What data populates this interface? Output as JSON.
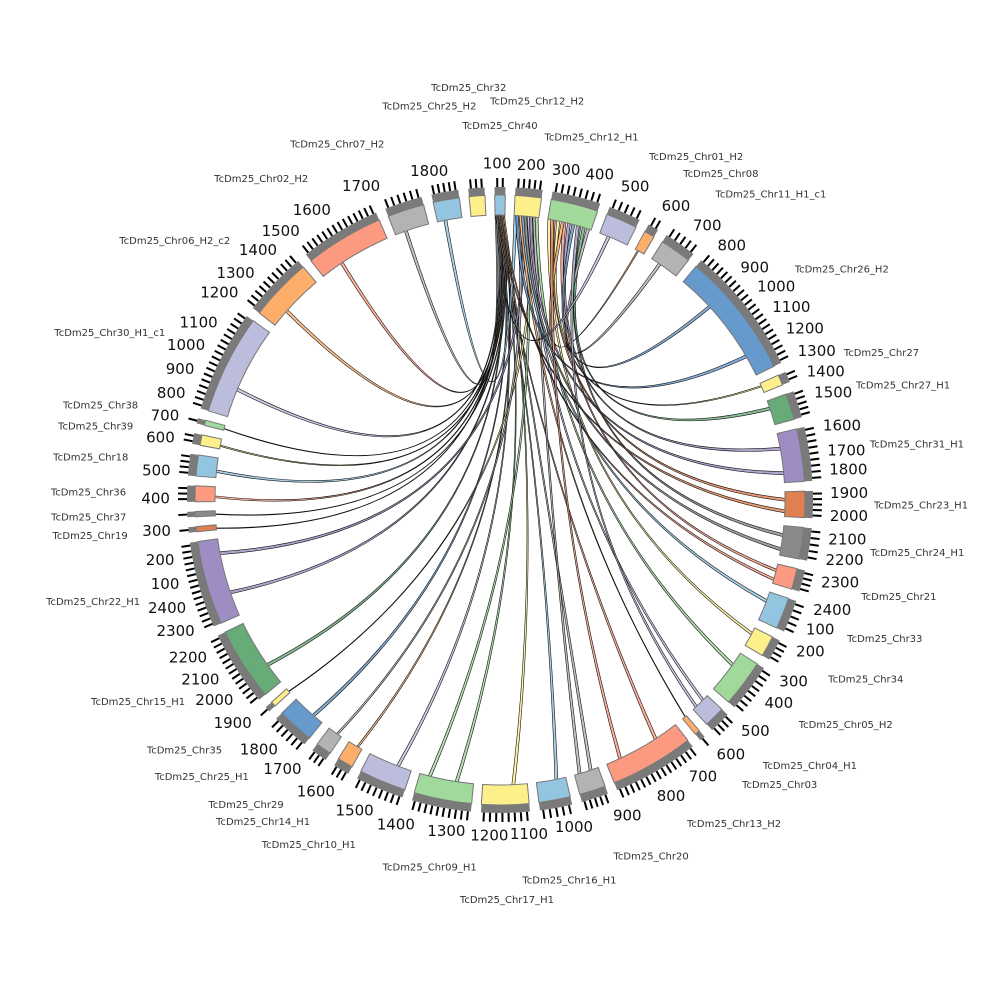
{
  "title": "Circos synteny plot",
  "tick_labels": [
    "100",
    "200",
    "300",
    "400",
    "500",
    "600",
    "700",
    "800",
    "900",
    "1000",
    "1100",
    "1200",
    "1300",
    "1400",
    "1500",
    "1600",
    "1700",
    "1800",
    "1900",
    "2000",
    "2100",
    "2200",
    "2300",
    "2400"
  ],
  "chart_data": {
    "type": "chord",
    "sectors": [
      {
        "name": "TcDm25_Chr40",
        "size": 2,
        "color": "#93c4e0"
      },
      {
        "name": "TcDm25_Chr12_H2",
        "size": 5,
        "color": "#fdf08a"
      },
      {
        "name": "TcDm25_Chr12_H1",
        "size": 9,
        "color": "#a1d99b"
      },
      {
        "name": "TcDm25_Chr01_H2",
        "size": 6,
        "color": "#bcbddc"
      },
      {
        "name": "TcDm25_Chr08",
        "size": 2,
        "color": "#fdae6b"
      },
      {
        "name": "TcDm25_Chr11_H1_c1",
        "size": 6,
        "color": "#b3b3b3"
      },
      {
        "name": "TcDm25_Chr26_H2",
        "size": 24,
        "color": "#6699cc"
      },
      {
        "name": "TcDm25_Chr27",
        "size": 2,
        "color": "#fdf08a"
      },
      {
        "name": "TcDm25_Chr27_H1",
        "size": 5,
        "color": "#66ab78"
      },
      {
        "name": "TcDm25_Chr31_H1",
        "size": 10,
        "color": "#9e8dc3"
      },
      {
        "name": "TcDm25_Chr23_H1",
        "size": 5,
        "color": "#e07f50"
      },
      {
        "name": "TcDm25_Chr24_H1",
        "size": 6,
        "color": "#8a8a8a"
      },
      {
        "name": "TcDm25_Chr21",
        "size": 4,
        "color": "#fb9a80"
      },
      {
        "name": "TcDm25_Chr33",
        "size": 6,
        "color": "#93c4e0"
      },
      {
        "name": "TcDm25_Chr34",
        "size": 4,
        "color": "#fdf08a"
      },
      {
        "name": "TcDm25_Chr05_H2",
        "size": 9,
        "color": "#a1d99b"
      },
      {
        "name": "TcDm25_Chr04_H1",
        "size": 4,
        "color": "#bcbddc"
      },
      {
        "name": "TcDm25_Chr03",
        "size": 1,
        "color": "#fdae6b"
      },
      {
        "name": "TcDm25_Chr13_H2",
        "size": 16,
        "color": "#fb9a80"
      },
      {
        "name": "TcDm25_Chr20",
        "size": 5,
        "color": "#b3b3b3"
      },
      {
        "name": "TcDm25_Chr16_H1",
        "size": 6,
        "color": "#93c4e0"
      },
      {
        "name": "TcDm25_Chr17_H1",
        "size": 9,
        "color": "#fdf08a"
      },
      {
        "name": "TcDm25_Chr09_H1",
        "size": 11,
        "color": "#a1d99b"
      },
      {
        "name": "TcDm25_Chr10_H1",
        "size": 9,
        "color": "#bcbddc"
      },
      {
        "name": "TcDm25_Chr14_H1",
        "size": 3,
        "color": "#fdae6b"
      },
      {
        "name": "TcDm25_Chr29",
        "size": 3,
        "color": "#b3b3b3"
      },
      {
        "name": "TcDm25_Chr25_H1",
        "size": 7,
        "color": "#6699cc"
      },
      {
        "name": "TcDm25_Chr35",
        "size": 1,
        "color": "#fdf08a"
      },
      {
        "name": "TcDm25_Chr15_H1",
        "size": 14,
        "color": "#66ab78"
      },
      {
        "name": "TcDm25_Chr22_H1",
        "size": 16,
        "color": "#9e8dc3"
      },
      {
        "name": "TcDm25_Chr19",
        "size": 1,
        "color": "#e07f50"
      },
      {
        "name": "TcDm25_Chr37",
        "size": 1,
        "color": "#8a8a8a"
      },
      {
        "name": "TcDm25_Chr36",
        "size": 3,
        "color": "#fb9a80"
      },
      {
        "name": "TcDm25_Chr18",
        "size": 4,
        "color": "#93c4e0"
      },
      {
        "name": "TcDm25_Chr39",
        "size": 2,
        "color": "#fdf08a"
      },
      {
        "name": "TcDm25_Chr38",
        "size": 1,
        "color": "#a1d99b"
      },
      {
        "name": "TcDm25_Chr30_H1_c1",
        "size": 19,
        "color": "#bcbddc"
      },
      {
        "name": "TcDm25_Chr06_H2_c2",
        "size": 12,
        "color": "#fdae6b"
      },
      {
        "name": "TcDm25_Chr02_H2",
        "size": 15,
        "color": "#fb9a80"
      },
      {
        "name": "TcDm25_Chr07_H2",
        "size": 7,
        "color": "#b3b3b3"
      },
      {
        "name": "TcDm25_Chr25_H2",
        "size": 5,
        "color": "#93c4e0"
      },
      {
        "name": "TcDm25_Chr32",
        "size": 3,
        "color": "#fdf08a"
      }
    ],
    "links": [
      [
        0,
        39
      ],
      [
        0,
        38
      ],
      [
        0,
        37
      ],
      [
        0,
        36
      ],
      [
        0,
        35
      ],
      [
        0,
        34
      ],
      [
        0,
        33
      ],
      [
        0,
        32
      ],
      [
        0,
        31
      ],
      [
        0,
        30
      ],
      [
        0,
        29
      ],
      [
        0,
        28
      ],
      [
        0,
        26
      ],
      [
        0,
        24
      ],
      [
        0,
        23
      ],
      [
        0,
        22
      ],
      [
        0,
        21
      ],
      [
        0,
        20
      ],
      [
        0,
        19
      ],
      [
        0,
        18
      ],
      [
        1,
        40
      ],
      [
        1,
        29
      ],
      [
        1,
        27
      ],
      [
        1,
        25
      ],
      [
        1,
        22
      ],
      [
        1,
        19
      ],
      [
        1,
        17
      ],
      [
        1,
        16
      ],
      [
        1,
        15
      ],
      [
        1,
        13
      ],
      [
        2,
        14
      ],
      [
        2,
        12
      ],
      [
        2,
        11
      ],
      [
        2,
        10
      ],
      [
        2,
        9
      ],
      [
        2,
        8
      ],
      [
        2,
        7
      ],
      [
        2,
        6
      ],
      [
        2,
        5
      ],
      [
        2,
        4
      ],
      [
        1,
        9
      ],
      [
        1,
        6
      ],
      [
        0,
        10
      ],
      [
        0,
        12
      ],
      [
        2,
        16
      ],
      [
        2,
        18
      ],
      [
        0,
        3
      ],
      [
        1,
        11
      ]
    ]
  }
}
